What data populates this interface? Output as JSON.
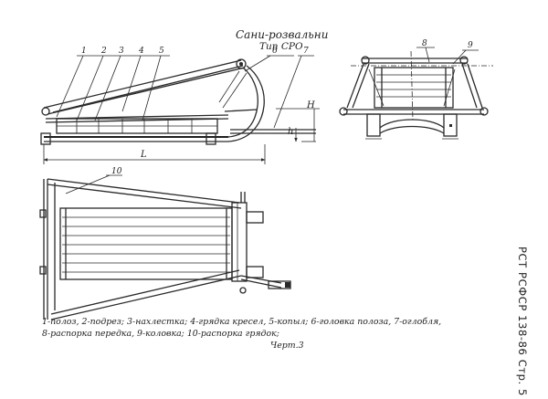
{
  "title": "Сани-розвальни",
  "subtitle": "Тип СРО",
  "part_numbers": [
    "1",
    "2",
    "3",
    "4",
    "5",
    "6",
    "7",
    "8",
    "9",
    "10"
  ],
  "dimension_labels": {
    "length": "L",
    "height": "H",
    "small_height": "h"
  },
  "legend": {
    "line1": "1-полоз, 2-подрез; 3-нахлестка; 4-грядка кресел, 5-копыл; 6-головка полоза, 7-оглобля,",
    "line2": "8-распорка передка, 9-коловка; 10-распорка грядок;"
  },
  "figure_caption": "Черт.3",
  "standard_mark": "РСТ РСФСР 138-86 Стр. 5"
}
